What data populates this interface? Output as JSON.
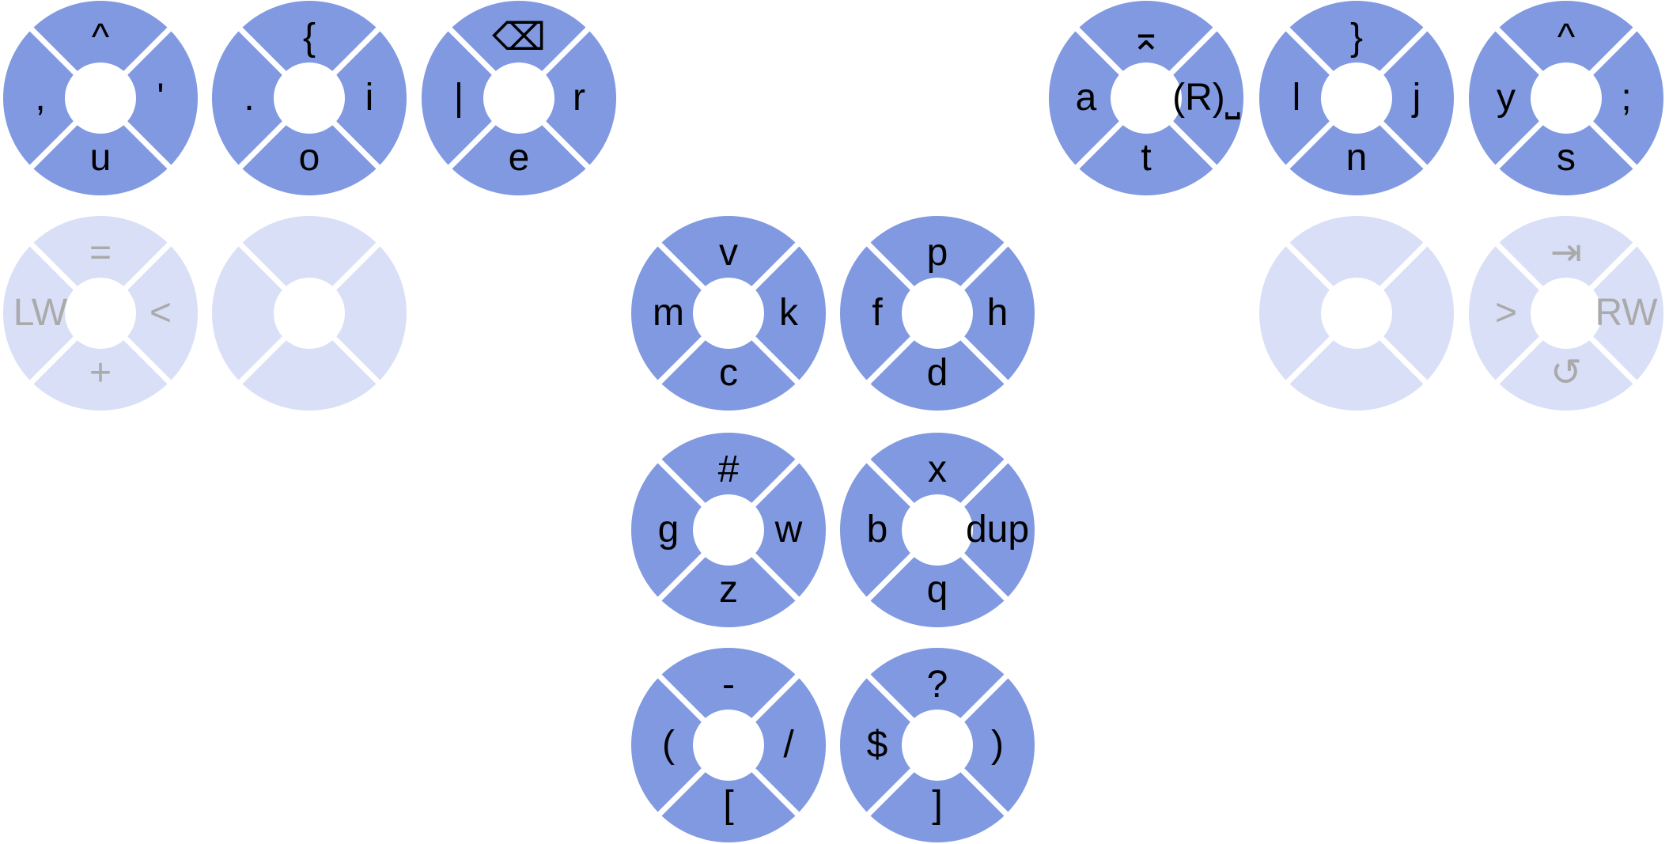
{
  "colors": {
    "active": "#8099e0",
    "faded": "#d9dff6",
    "label": "#000000",
    "faded_label": "#aaaaaa"
  },
  "keys": [
    {
      "id": "left-1",
      "faded": false,
      "top": "^",
      "left": ",",
      "right": "'",
      "bottom": "u"
    },
    {
      "id": "left-2",
      "faded": false,
      "top": "{",
      "left": ".",
      "right": "i",
      "bottom": "o"
    },
    {
      "id": "left-3",
      "faded": false,
      "top": "⌫",
      "top_icon": "backspace-icon",
      "left": "|",
      "right": "r",
      "bottom": "e"
    },
    {
      "id": "right-1",
      "faded": false,
      "top": "⌅",
      "top_icon": "hide-keyboard-icon",
      "left": "a",
      "right": "(R)⎵",
      "bottom": "t"
    },
    {
      "id": "right-2",
      "faded": false,
      "top": "}",
      "left": "l",
      "right": "j",
      "bottom": "n"
    },
    {
      "id": "right-3",
      "faded": false,
      "top": "^",
      "left": "y",
      "right": ";",
      "bottom": "s"
    },
    {
      "id": "left-4",
      "faded": true,
      "top": "=",
      "left": "LW",
      "right": "<",
      "bottom": "+"
    },
    {
      "id": "left-5",
      "faded": true,
      "top": "",
      "left": "",
      "right": "",
      "bottom": ""
    },
    {
      "id": "center-1",
      "faded": false,
      "top": "v",
      "left": "m",
      "right": "k",
      "bottom": "c"
    },
    {
      "id": "center-2",
      "faded": false,
      "top": "p",
      "left": "f",
      "right": "h",
      "bottom": "d"
    },
    {
      "id": "right-4",
      "faded": true,
      "top": "",
      "left": "",
      "right": "",
      "bottom": ""
    },
    {
      "id": "right-5",
      "faded": true,
      "top": "⇥",
      "top_icon": "tab-icon",
      "left": ">",
      "right": "RW",
      "bottom": "↺",
      "bottom_icon": "undo-icon"
    },
    {
      "id": "center-3",
      "faded": false,
      "top": "#",
      "left": "g",
      "right": "w",
      "bottom": "z"
    },
    {
      "id": "center-4",
      "faded": false,
      "top": "x",
      "left": "b",
      "right": "dup",
      "bottom": "q"
    },
    {
      "id": "center-5",
      "faded": false,
      "top": "-",
      "left": "(",
      "right": "/",
      "bottom": "["
    },
    {
      "id": "center-6",
      "faded": false,
      "top": "?",
      "left": "$",
      "right": ")",
      "bottom": "]"
    }
  ]
}
